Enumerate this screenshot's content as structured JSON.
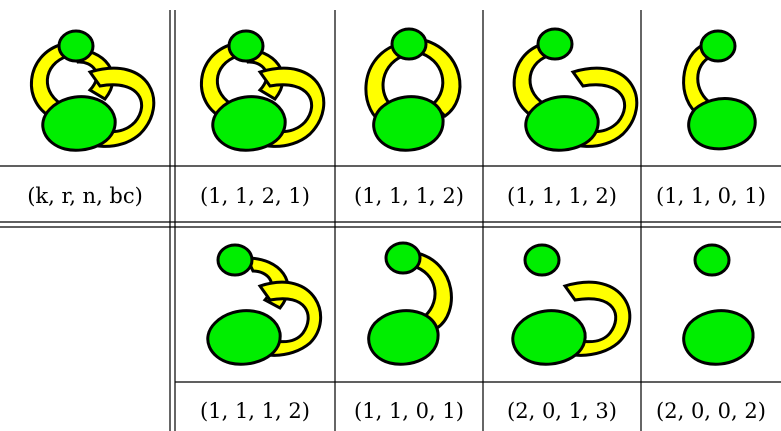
{
  "header_label": "(k, r, n, bc)",
  "colors": {
    "band": "#ffff00",
    "disk": "#00ee00",
    "outline": "#000000"
  },
  "row1": [
    {
      "label": "(1, 1, 2, 1)"
    },
    {
      "label": "(1, 1, 1, 2)"
    },
    {
      "label": "(1, 1, 1, 2)"
    },
    {
      "label": "(1, 1, 0, 1)"
    }
  ],
  "row2": [
    {
      "label": "(1, 1, 1, 2)"
    },
    {
      "label": "(1, 1, 0, 1)"
    },
    {
      "label": "(2, 0, 1, 3)"
    },
    {
      "label": "(2, 0, 0, 2)"
    }
  ]
}
